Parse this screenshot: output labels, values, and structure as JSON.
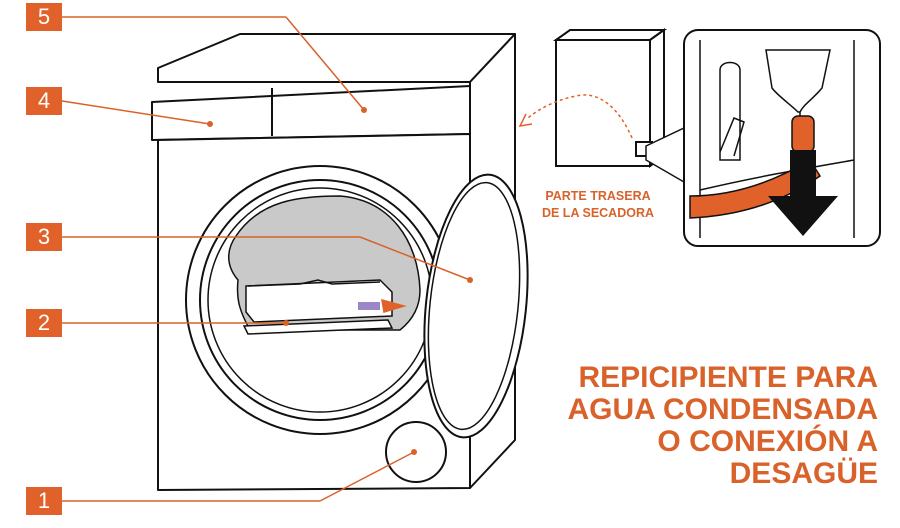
{
  "badges": [
    {
      "number": "1",
      "target": "drain-cover"
    },
    {
      "number": "2",
      "target": "lint-filter"
    },
    {
      "number": "3",
      "target": "door"
    },
    {
      "number": "4",
      "target": "control-panel"
    },
    {
      "number": "5",
      "target": "water-container-drawer"
    }
  ],
  "rear_label": [
    "PARTE TRASERA",
    "DE LA SECADORA"
  ],
  "title_lines": [
    "REPICIPIENTE PARA",
    "AGUA CONDENSADA",
    "O CONEXIÓN A",
    "DESAGÜE"
  ],
  "colors": {
    "accent": "#e0622a",
    "text_accent": "#d9622b",
    "outline": "#111111",
    "drum_gray": "#c9c9c9"
  }
}
